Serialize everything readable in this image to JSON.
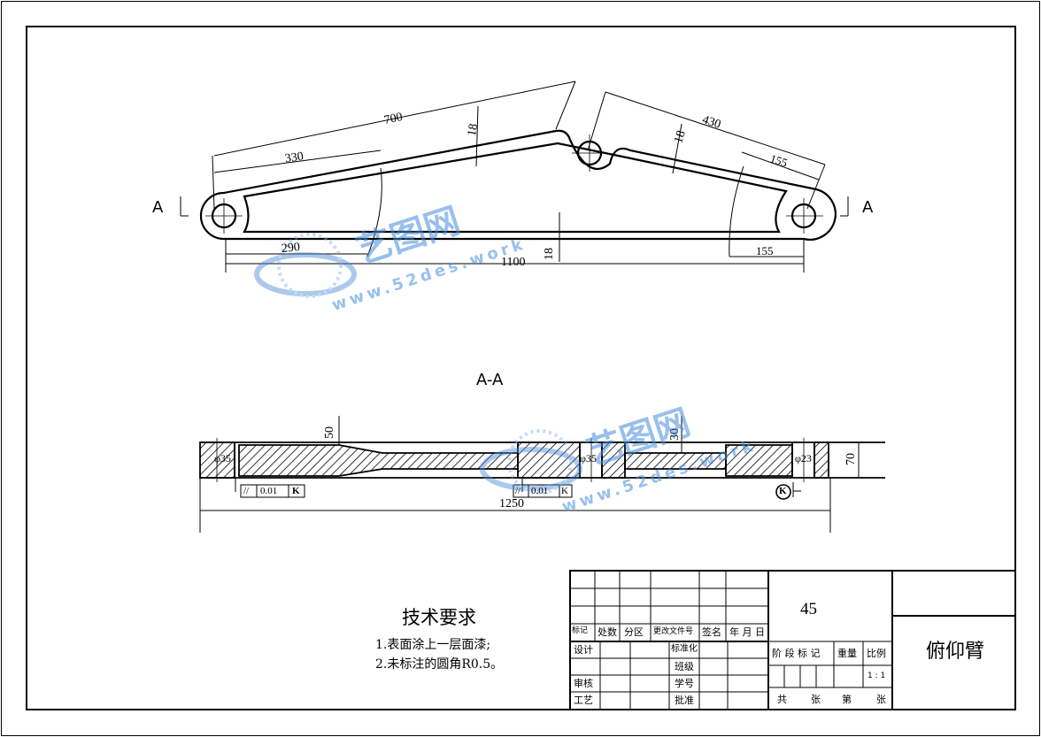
{
  "drawing": {
    "dims_top": {
      "d700": "700",
      "d330": "330",
      "d430": "430",
      "d155_top": "155",
      "d18_a": "18",
      "d18_b": "18",
      "d18_c": "18",
      "d290": "290",
      "d1100": "1100",
      "d155_bottom": "155"
    },
    "section_marks": {
      "left": "A",
      "right": "A",
      "title": "A-A"
    },
    "dims_section": {
      "d50": "50",
      "d30": "30",
      "d70": "70",
      "d1250": "1250",
      "phi35_a": "φ35",
      "phi35_b": "φ35",
      "phi23": "φ23"
    },
    "tolerance": {
      "symbol": "//",
      "value": "0.01",
      "datum": "K",
      "datum_flag": "K"
    }
  },
  "watermark": {
    "brand": "艺图网",
    "url": "www.52des.work"
  },
  "requirements": {
    "title": "技术要求",
    "items": [
      "1.表面涂上一层面漆;",
      "2.未标注的圆角R0.5。"
    ]
  },
  "title_block": {
    "material": "45",
    "part_name": "俯仰臂",
    "header": {
      "mark": "标记",
      "count": "处数",
      "zone": "分区",
      "doc": "更改文件号",
      "sign": "签名",
      "date": "年 月 日"
    },
    "rows": {
      "design": "设计",
      "standard": "标准化",
      "class": "班级",
      "review": "审核",
      "student_no": "学号",
      "process": "工艺",
      "approve": "批准"
    },
    "stage": {
      "stage_mark": "阶 段 标 记",
      "weight": "重量",
      "scale_label": "比例",
      "scale_value": "1 : 1"
    },
    "sheets": {
      "total": "共",
      "sheet_unit": "张",
      "number": "第",
      "sheet_unit_2": "张"
    }
  }
}
